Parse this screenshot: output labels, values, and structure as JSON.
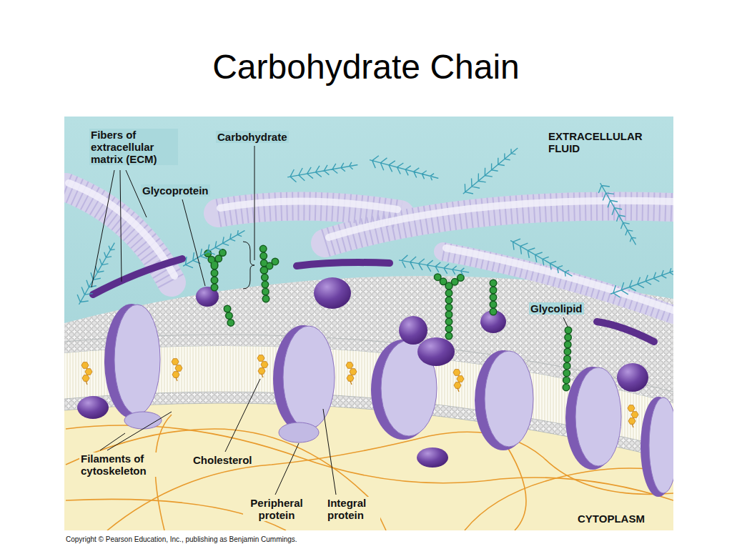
{
  "diagram": {
    "title": "Carbohydrate Chain",
    "labels": [
      "Fibers of extracellular matrix (ECM)",
      "Carbohydrate",
      "Glycoprotein",
      "EXTRACELLULAR FLUID",
      "Glycolipid",
      "Filaments of cytoskeleton",
      "Cholesterol",
      "Peripheral protein",
      "Integral protein",
      "CYTOPLASM",
      "Copyright © Pearson Education, Inc., publishing as Benjamin Cummings."
    ]
  }
}
